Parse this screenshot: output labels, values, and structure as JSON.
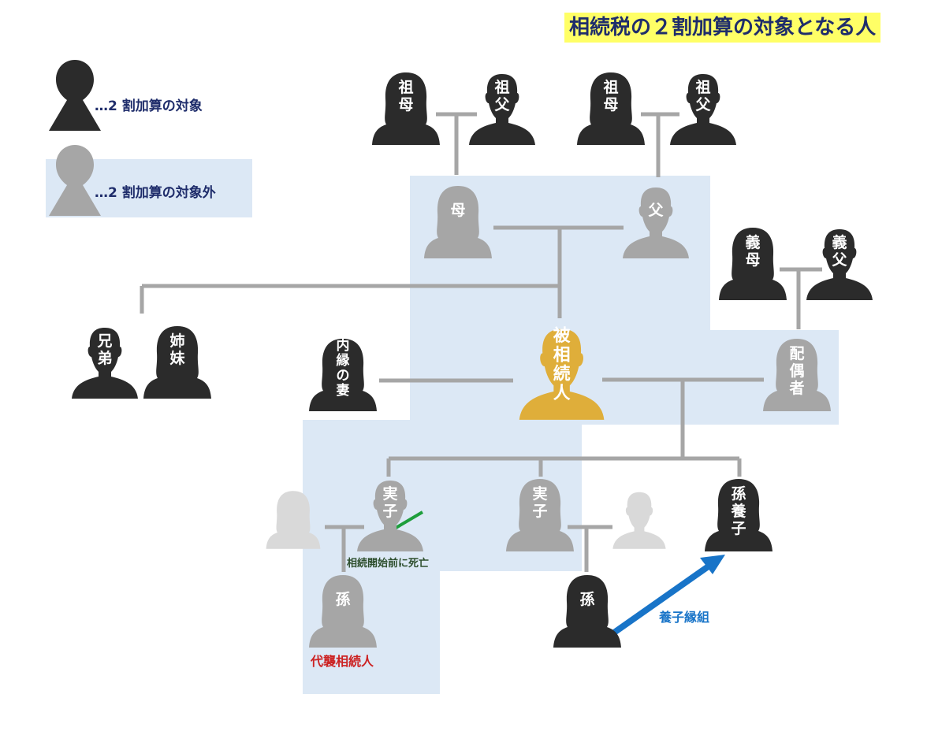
{
  "title": "相続税の２割加算の対象となる人",
  "legend": {
    "target": "…2 割加算の対象",
    "non_target": "…2 割加算の対象外"
  },
  "colors": {
    "target": "#2b2b2b",
    "non_target": "#a6a6a6",
    "faded": "#d9d9d9",
    "decedent": "#dfae3a",
    "highlight_bg": "#dce8f5",
    "line": "#a6a6a6",
    "arrow": "#1874c8",
    "death_line": "#1e9e3c",
    "title_bg": "#ffff66",
    "text_navy": "#1f2d6b",
    "note_red": "#cc2222",
    "note_blue": "#1874c8"
  },
  "people": {
    "pgm_left": {
      "label": [
        "祖",
        "母"
      ],
      "kind": "female",
      "status": "target"
    },
    "pgf_left": {
      "label": [
        "祖",
        "父"
      ],
      "kind": "male",
      "status": "target"
    },
    "pgm_right": {
      "label": [
        "祖",
        "母"
      ],
      "kind": "female",
      "status": "target"
    },
    "pgf_right": {
      "label": [
        "祖",
        "父"
      ],
      "kind": "male",
      "status": "target"
    },
    "mother": {
      "label": [
        "母"
      ],
      "kind": "female",
      "status": "non_target"
    },
    "father": {
      "label": [
        "父"
      ],
      "kind": "male",
      "status": "non_target"
    },
    "in_law_mother": {
      "label": [
        "義",
        "母"
      ],
      "kind": "female",
      "status": "target"
    },
    "in_law_father": {
      "label": [
        "義",
        "父"
      ],
      "kind": "male",
      "status": "target"
    },
    "brother": {
      "label": [
        "兄",
        "弟"
      ],
      "kind": "male",
      "status": "target"
    },
    "sister": {
      "label": [
        "姉",
        "妹"
      ],
      "kind": "female",
      "status": "target"
    },
    "common_law_wife": {
      "label": [
        "内",
        "縁",
        "の",
        "妻"
      ],
      "kind": "female",
      "status": "target"
    },
    "decedent": {
      "label": [
        "被",
        "相",
        "続",
        "人"
      ],
      "kind": "male",
      "status": "decedent"
    },
    "spouse": {
      "label": [
        "配",
        "偶",
        "者"
      ],
      "kind": "female",
      "status": "non_target"
    },
    "child1_spouse": {
      "label": [],
      "kind": "female",
      "status": "faded"
    },
    "child1": {
      "label": [
        "実",
        "子"
      ],
      "kind": "male",
      "status": "non_target"
    },
    "child2": {
      "label": [
        "実",
        "子"
      ],
      "kind": "female",
      "status": "non_target"
    },
    "child2_spouse": {
      "label": [],
      "kind": "male",
      "status": "faded"
    },
    "adopted_grandchild": {
      "label": [
        "孫",
        "養",
        "子"
      ],
      "kind": "female",
      "status": "target"
    },
    "grandchild_rep": {
      "label": [
        "孫"
      ],
      "kind": "female",
      "status": "non_target"
    },
    "grandchild2": {
      "label": [
        "孫"
      ],
      "kind": "female",
      "status": "target"
    }
  },
  "notes": {
    "died_before": "相続開始前に死亡",
    "representative_heir": "代襲相続人",
    "adoption": "養子縁組"
  }
}
